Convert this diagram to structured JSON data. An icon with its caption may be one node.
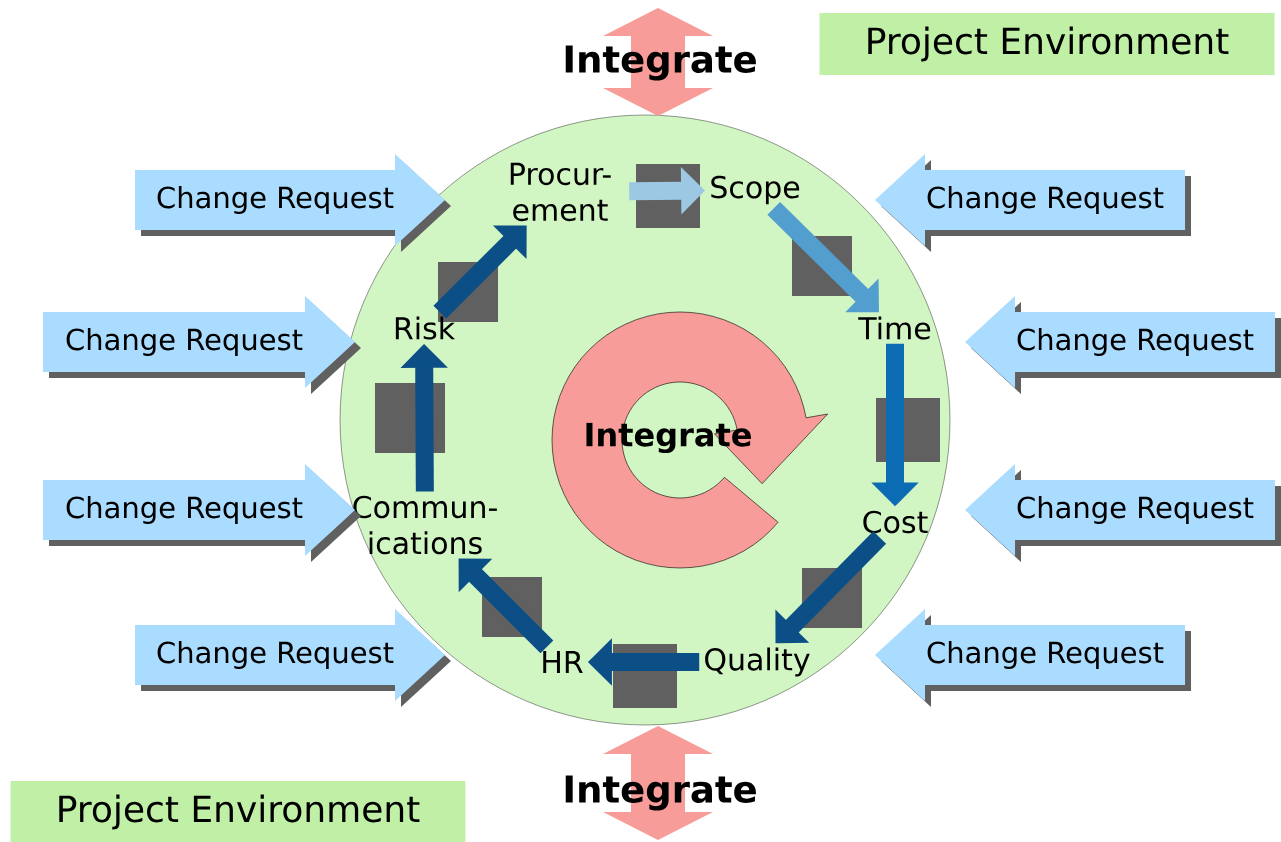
{
  "diagram": {
    "nodes": [
      {
        "text": [],
        "shape": "circle"
      },
      {
        "text": [
          "Scope"
        ],
        "in": 0
      },
      {
        "text": [
          "Time"
        ],
        "in": 0
      },
      {
        "text": [
          "Cost"
        ],
        "in": 0
      },
      {
        "text": [
          "Quality"
        ],
        "in": 0
      },
      {
        "text": [
          "HR"
        ],
        "in": 0
      },
      {
        "text": [
          "Commun- ications"
        ],
        "in": 0
      },
      {
        "text": [
          "Risk"
        ],
        "in": 0
      },
      {
        "text": [
          "Procur- ement"
        ],
        "in": 0
      },
      {
        "text": [
          "Integrate"
        ],
        "in": 0
      },
      {
        "text": [
          "Change Request"
        ]
      },
      {
        "text": [
          "Change Request"
        ]
      },
      {
        "text": [
          "Change Request"
        ]
      },
      {
        "text": [
          "Change Request"
        ]
      },
      {
        "text": [
          "Change Request"
        ]
      },
      {
        "text": [
          "Change Request"
        ]
      },
      {
        "text": [
          "Change Request"
        ]
      },
      {
        "text": [
          "Change Request"
        ]
      },
      {
        "text": [
          "Project Environment"
        ]
      },
      {
        "text": [
          "Project Environment"
        ]
      },
      {
        "text": [
          "Integrate"
        ]
      },
      {
        "text": [
          "Integrate"
        ]
      }
    ],
    "edges": [
      {
        "from": 8,
        "to": 1,
        "arrow": "to",
        "color": "#9dc8e4"
      },
      {
        "from": 1,
        "to": 2,
        "arrow": "to",
        "color": "#519ecf"
      },
      {
        "from": 2,
        "to": 3,
        "arrow": "to",
        "color": "#0b6cb3"
      },
      {
        "from": 3,
        "to": 4,
        "arrow": "to"
      },
      {
        "from": 4,
        "to": 5,
        "arrow": "to"
      },
      {
        "from": 5,
        "to": 6,
        "arrow": "to"
      },
      {
        "from": 6,
        "to": 7,
        "arrow": "to"
      },
      {
        "from": 7,
        "to": 8,
        "arrow": "to"
      }
    ]
  }
}
